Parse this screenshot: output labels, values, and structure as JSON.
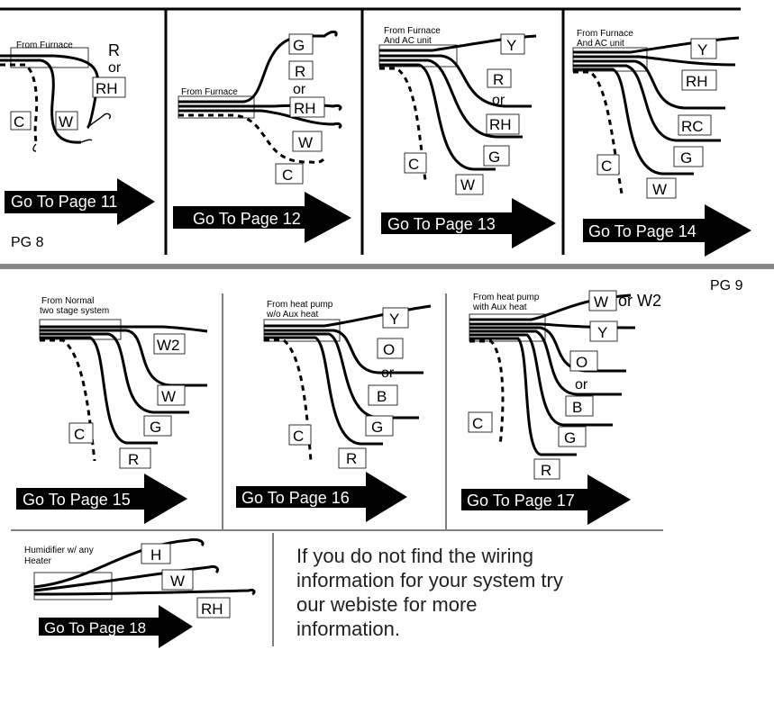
{
  "page8": "PG 8",
  "page9": "PG 9",
  "panels": {
    "p11": {
      "source": "From Furnace",
      "labels": {
        "R": "R",
        "or": "or",
        "RH": "RH",
        "C": "C",
        "W": "W"
      },
      "go": "Go To Page 11"
    },
    "p12": {
      "source": "From Furnace",
      "labels": {
        "G": "G",
        "R": "R",
        "or": "or",
        "RH": "RH",
        "W": "W",
        "C": "C"
      },
      "go": "Go To Page 12"
    },
    "p13": {
      "source": [
        "From Furnace",
        "And AC unit"
      ],
      "labels": {
        "Y": "Y",
        "R": "R",
        "or": "or",
        "RH": "RH",
        "G": "G",
        "C": "C",
        "W": "W"
      },
      "go": "Go To Page 13"
    },
    "p14": {
      "source": [
        "From Furnace",
        "And AC unit"
      ],
      "labels": {
        "Y": "Y",
        "RH": "RH",
        "RC": "RC",
        "G": "G",
        "C": "C",
        "W": "W"
      },
      "go": "Go To Page 14"
    },
    "p15": {
      "source": [
        "From Normal",
        "two stage system"
      ],
      "labels": {
        "W2": "W2",
        "W": "W",
        "G": "G",
        "C": "C",
        "R": "R"
      },
      "go": "Go To Page 15"
    },
    "p16": {
      "source": [
        "From heat pump",
        "w/o Aux heat"
      ],
      "labels": {
        "Y": "Y",
        "O": "O",
        "or": "or",
        "B": "B",
        "G": "G",
        "C": "C",
        "R": "R"
      },
      "go": "Go To Page 16"
    },
    "p17": {
      "source": [
        "From heat pump",
        "with Aux heat"
      ],
      "labels": {
        "W": "W",
        "orW2": "or W2",
        "Y": "Y",
        "O": "O",
        "or": "or",
        "B": "B",
        "G": "G",
        "C": "C",
        "R": "R"
      },
      "go": "Go To Page 17"
    },
    "p18": {
      "source": [
        "Humidifier w/ any",
        "Heater"
      ],
      "labels": {
        "H": "H",
        "W": "W",
        "RH": "RH"
      },
      "go": "Go To Page 18"
    }
  },
  "info_lines": [
    "If you do not find the wiring",
    "information for your system try",
    "our webiste for more",
    "information."
  ]
}
